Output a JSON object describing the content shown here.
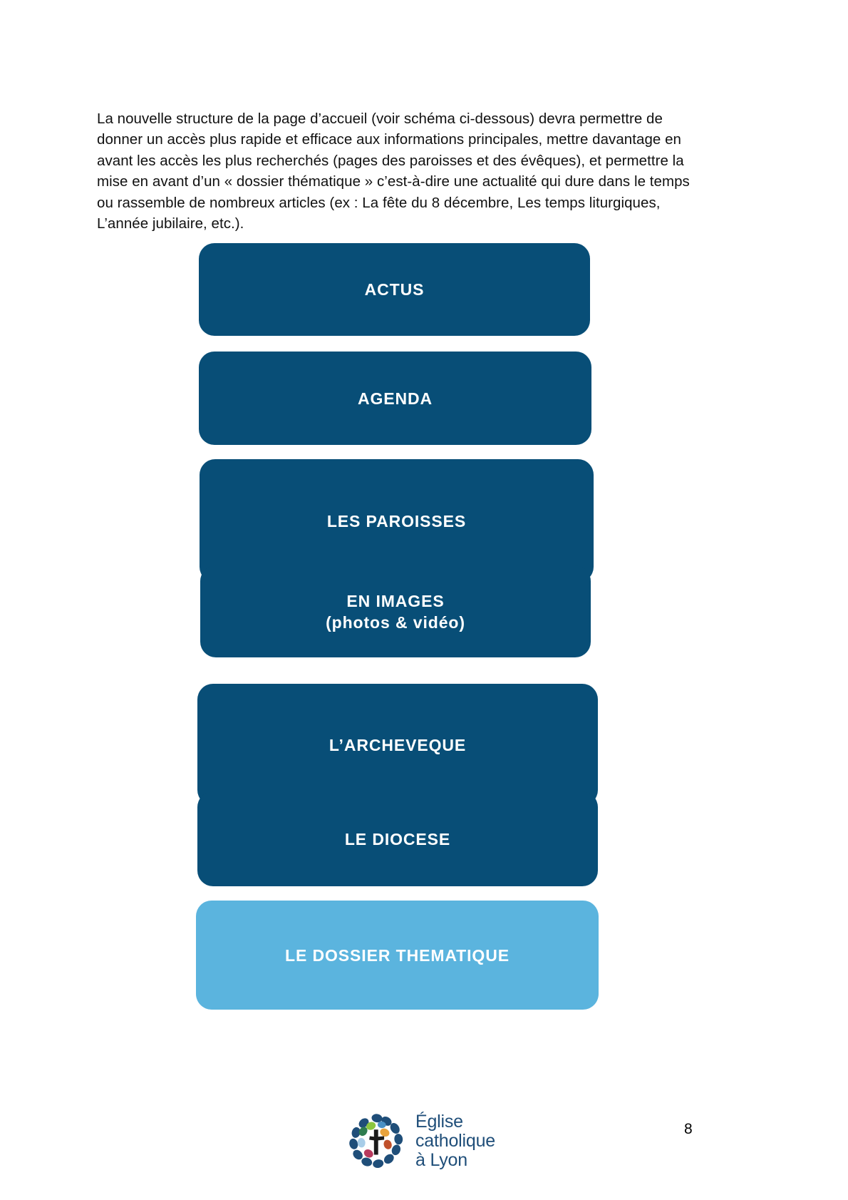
{
  "document": {
    "page_number": "8",
    "intro_paragraph": "La nouvelle structure de la page d’accueil (voir schéma ci-dessous) devra permettre de donner un accès plus rapide et efficace aux informations principales, mettre davantage en avant les accès les plus recherchés (pages des paroisses et des évêques), et permettre la mise en avant d’un « dossier thématique » c’est-à-dire une actualité qui dure dans le temps ou rassemble de nombreux articles (ex : La fête du 8 décembre, Les temps liturgiques, L’année jubilaire, etc.)."
  },
  "colors": {
    "dark_blue": "#084E77",
    "light_blue": "#5BB4DE",
    "logo_navy": "#1F4E79",
    "text_black": "#111111"
  },
  "diagram": {
    "type": "stacked-blocks",
    "blocks": [
      {
        "label": "ACTUS",
        "color": "#084E77"
      },
      {
        "label": "AGENDA",
        "color": "#084E77"
      },
      {
        "label": "LES PAROISSES",
        "color": "#084E77"
      },
      {
        "label": "EN IMAGES\n(photos & vidéo)",
        "color": "#084E77"
      },
      {
        "label": "L’ARCHEVEQUE",
        "color": "#084E77"
      },
      {
        "label": "LE DIOCESE",
        "color": "#084E77"
      },
      {
        "label": "LE DOSSIER THEMATIQUE",
        "color": "#5BB4DE"
      }
    ]
  },
  "logo": {
    "name": "eglise-catholique-a-lyon",
    "text": "Église\ncatholique\nà Lyon",
    "petal_colors": [
      "#1F4E79",
      "#2E7D4F",
      "#8CC63F",
      "#4A90C4",
      "#E8A33D",
      "#C0502A",
      "#B83A5E",
      "#A8CDE8"
    ]
  }
}
